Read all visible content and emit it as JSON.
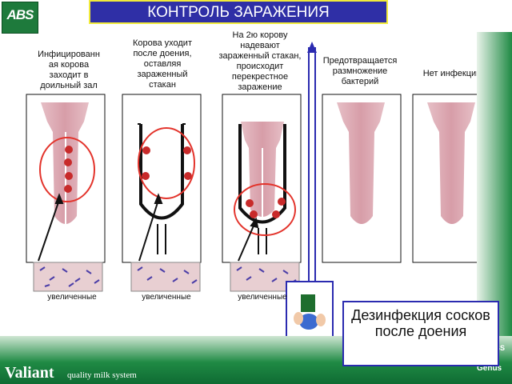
{
  "header": {
    "title": "КОНТРОЛЬ ЗАРАЖЕНИЯ",
    "logo_text": "ABS"
  },
  "panels": [
    {
      "caption": "Инфицированн ая корова заходит в доильный зал",
      "magnified_label": "увеличенные"
    },
    {
      "caption": "Корова уходит после доения, оставляя зараженный стакан",
      "magnified_label": "увеличенные"
    },
    {
      "caption": "На 2ю корову надевают зараженный стакан, происходит перекрестное заражение",
      "magnified_label": "увеличенные"
    },
    {
      "caption": "Предотвращается размножение бактерий"
    },
    {
      "caption": "Нет инфекции"
    }
  ],
  "disinfection_label": "Дезинфекция сосков после доения",
  "footer": {
    "brand": "Valiant",
    "tagline": "quality milk system",
    "partner": "Genus",
    "partner_logo": "ABS"
  },
  "colors": {
    "title_bg": "#2f2fa6",
    "title_border": "#f1ea3a",
    "teat_pink": "#d9a3ad",
    "bacteria_red": "#c82a2a",
    "circle_red": "#e3332b",
    "brand_green": "#1f8a44"
  }
}
